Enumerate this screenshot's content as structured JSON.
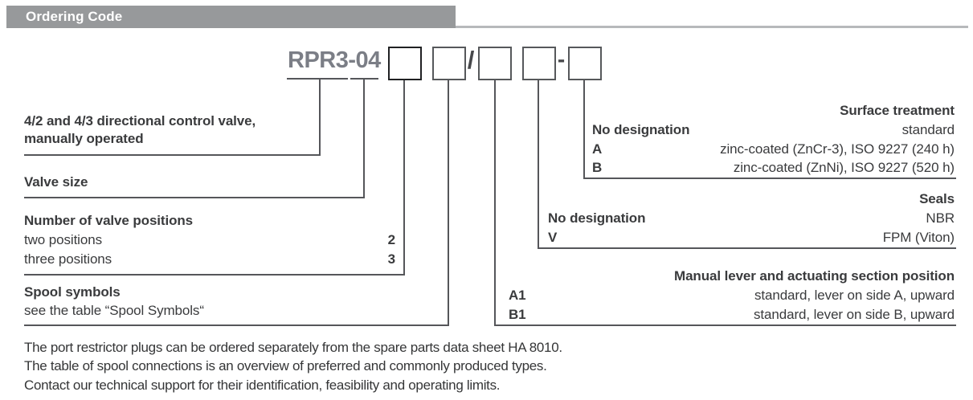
{
  "header": {
    "title": "Ordering Code"
  },
  "ordering_code": {
    "model": "RPR3-04",
    "slash": "/",
    "dash": "-"
  },
  "left_sections": {
    "valve_type": {
      "line1": "4/2 and 4/3 directional control valve,",
      "line2": "manually operated"
    },
    "valve_size": {
      "heading": "Valve size"
    },
    "positions": {
      "heading": "Number of valve positions",
      "rows": [
        {
          "label": "two positions",
          "code": "2"
        },
        {
          "label": "three positions",
          "code": "3"
        }
      ]
    },
    "spool": {
      "heading": "Spool symbols",
      "note": "see the table “Spool Symbols“"
    }
  },
  "right_sections": {
    "surface": {
      "heading": "Surface treatment",
      "rows": [
        {
          "code": "No designation",
          "desc": "standard"
        },
        {
          "code": "A",
          "desc": "zinc-coated (ZnCr-3), ISO 9227 (240 h)"
        },
        {
          "code": "B",
          "desc": "zinc-coated (ZnNi), ISO 9227 (520 h)"
        }
      ]
    },
    "seals": {
      "heading": "Seals",
      "rows": [
        {
          "code": "No designation",
          "desc": "NBR"
        },
        {
          "code": "V",
          "desc": "FPM (Viton)"
        }
      ]
    },
    "lever": {
      "heading": "Manual lever and actuating section position",
      "rows": [
        {
          "code": "A1",
          "desc": "standard, lever on side A, upward"
        },
        {
          "code": "B1",
          "desc": "standard, lever on side B, upward"
        }
      ]
    }
  },
  "notes": [
    "The port restrictor plugs can be ordered separately from the spare parts data sheet HA 8010.",
    "The table of spool connections is an overview of preferred and commonly produced types.",
    "Contact our technical support for their identification, feasibility and operating limits."
  ],
  "colors": {
    "header_bar": "#97999b",
    "header_text": "#ffffff",
    "model_text": "#7b7e86",
    "body_text": "#3a3b3d",
    "line": "#55565a",
    "box_border": "#56585b",
    "box_border_first": "#202123"
  }
}
